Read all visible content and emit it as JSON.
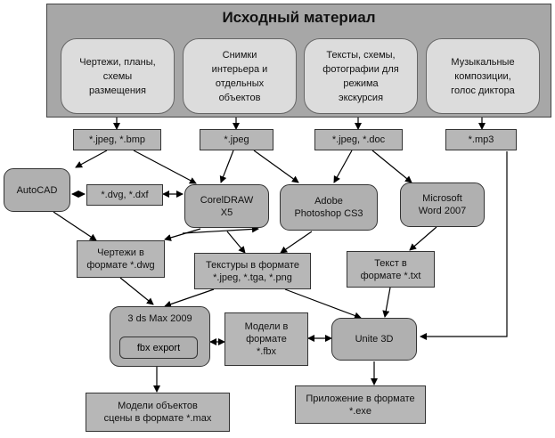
{
  "title": "Исходный материал",
  "sources": [
    "Чертежи, планы,\nсхемы\nразмещения",
    "Снимки\nинтерьера и\nотдельных\nобъектов",
    "Тексты, схемы,\nфотографии для\nрежима\nэкскурсия",
    "Музыкальные\nкомпозиции,\nголос диктора"
  ],
  "formats": {
    "jpeg_bmp": "*.jpeg, *.bmp",
    "jpeg": "*.jpeg",
    "jpeg_doc": "*.jpeg, *.doc",
    "mp3": "*.mp3",
    "dvg_dxf": "*.dvg, *.dxf",
    "drawings_dwg": "Чертежи в\nформате *.dwg",
    "textures": "Текстуры в формате\n*.jpeg, *.tga, *.png",
    "text_txt": "Текст в\nформате *.txt",
    "models_fbx": "Модели в\nформате\n*.fbx",
    "models_max": "Модели объектов\nсцены в формате *.max",
    "app_exe": "Приложение в формате\n*.exe"
  },
  "tools": {
    "autocad": "AutoCAD",
    "coreldraw": "CorelDRAW\nX5",
    "photoshop": "Adobe\nPhotoshop CS3",
    "word": "Microsoft\nWord 2007",
    "max": "3 ds Max 2009",
    "fbx_export": "fbx export",
    "unity": "Unite 3D"
  }
}
